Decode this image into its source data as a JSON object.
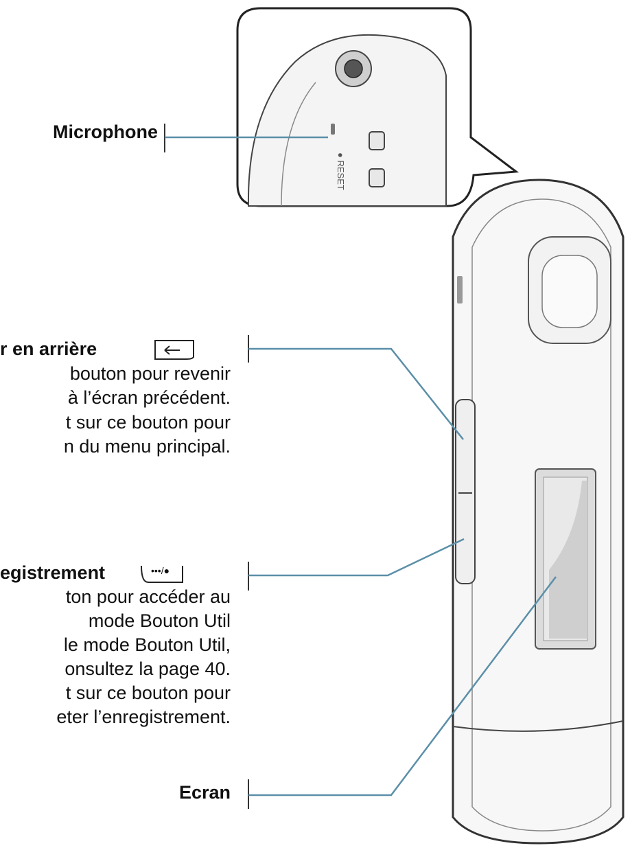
{
  "labels": {
    "microphone": "Microphone",
    "back": {
      "title": "r en arrière",
      "lines": [
        "bouton pour revenir",
        "à l’écran précédent.",
        "t sur ce bouton pour",
        "n du menu principal."
      ]
    },
    "record": {
      "title": "egistrement",
      "lines": [
        "ton pour accéder au",
        "mode Bouton Util",
        "le mode Bouton Util,",
        "onsultez la page 40.",
        "t sur ce bouton pour",
        "eter l’enregistrement."
      ]
    },
    "screen": "Ecran"
  },
  "button_glyphs": {
    "back_icon": "back-arrow-icon",
    "record_icon": "ellipsis-record-icon",
    "record_text": "•••/●"
  },
  "inset": {
    "reset_label": "● RESET"
  },
  "colors": {
    "leader_line": "#5b8fa8",
    "device_outline": "#333333",
    "device_fill": "#f7f7f7"
  }
}
